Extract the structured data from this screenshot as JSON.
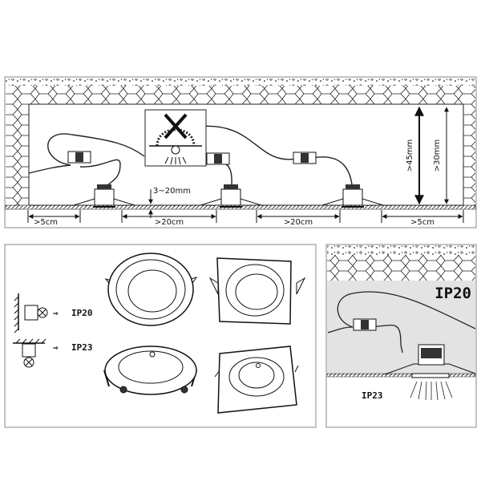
{
  "installation_diagram": {
    "spacing_labels": [
      ">5cm",
      ">20cm",
      ">20cm",
      ">5cm"
    ],
    "ceiling_thickness": "3~20mm",
    "cavity_height_min": ">45mm",
    "cavity_height_alt": ">30mm"
  },
  "ip_legend": {
    "wall_mount_rating": "IP20",
    "ceiling_mount_rating": "IP23"
  },
  "ip_detail": {
    "above_ceiling": "IP20",
    "below_ceiling": "IP23"
  },
  "colors": {
    "line": "#111111",
    "cavity_gray": "#e3e3e3",
    "border": "#888888"
  }
}
